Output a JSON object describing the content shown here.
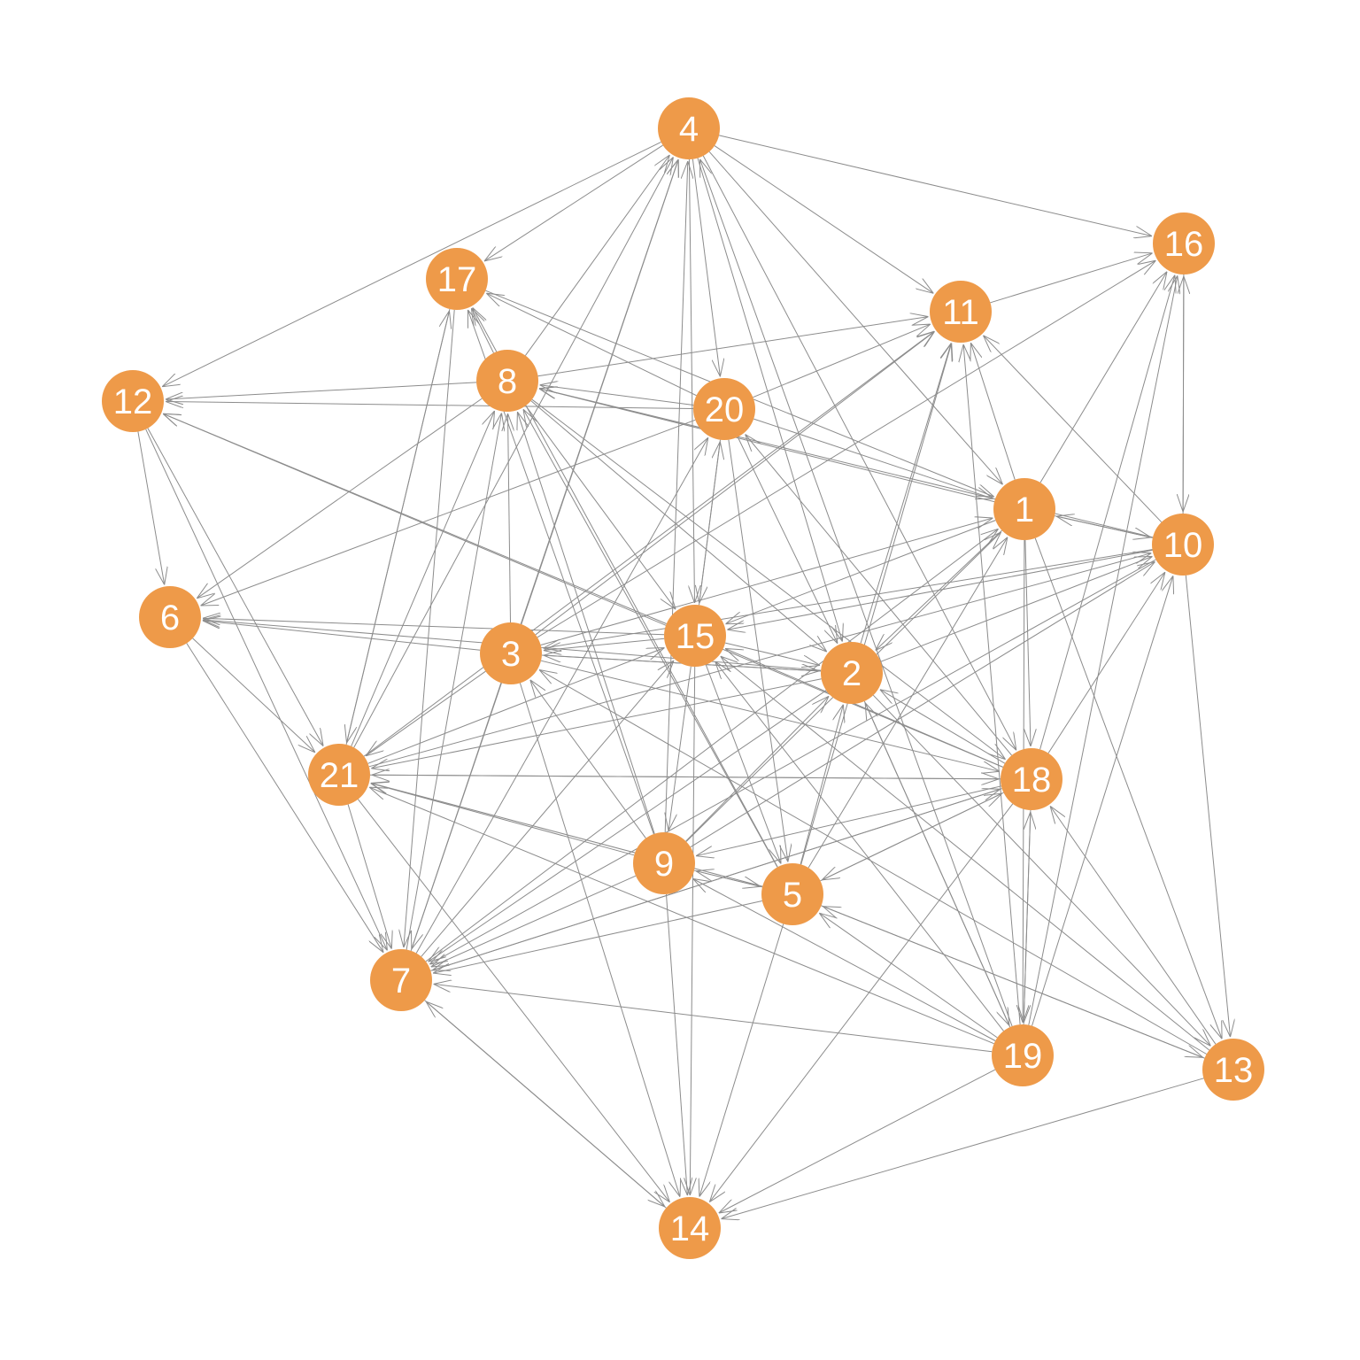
{
  "diagram": {
    "type": "directed-network",
    "node_color": "#EE9A49",
    "edge_color": "#8C8C8C",
    "label_color": "#FFFFFF",
    "nodes": [
      "1",
      "2",
      "3",
      "4",
      "5",
      "6",
      "7",
      "8",
      "9",
      "10",
      "11",
      "12",
      "13",
      "14",
      "15",
      "16",
      "17",
      "18",
      "19",
      "20",
      "21"
    ],
    "edges": [
      [
        "4",
        "16"
      ],
      [
        "4",
        "17"
      ],
      [
        "4",
        "12"
      ],
      [
        "4",
        "11"
      ],
      [
        "4",
        "20"
      ],
      [
        "4",
        "15"
      ],
      [
        "4",
        "2"
      ],
      [
        "4",
        "18"
      ],
      [
        "4",
        "1"
      ],
      [
        "3",
        "4"
      ],
      [
        "21",
        "4"
      ],
      [
        "7",
        "4"
      ],
      [
        "9",
        "4"
      ],
      [
        "8",
        "4"
      ],
      [
        "19",
        "4"
      ],
      [
        "11",
        "16"
      ],
      [
        "1",
        "16"
      ],
      [
        "18",
        "16"
      ],
      [
        "19",
        "16"
      ],
      [
        "3",
        "16"
      ],
      [
        "16",
        "10"
      ],
      [
        "10",
        "16"
      ],
      [
        "17",
        "21"
      ],
      [
        "17",
        "7"
      ],
      [
        "17",
        "1"
      ],
      [
        "8",
        "17"
      ],
      [
        "20",
        "17"
      ],
      [
        "9",
        "17"
      ],
      [
        "5",
        "17"
      ],
      [
        "21",
        "17"
      ],
      [
        "8",
        "12"
      ],
      [
        "8",
        "6"
      ],
      [
        "8",
        "11"
      ],
      [
        "8",
        "15"
      ],
      [
        "8",
        "2"
      ],
      [
        "8",
        "18"
      ],
      [
        "3",
        "8"
      ],
      [
        "20",
        "8"
      ],
      [
        "1",
        "8"
      ],
      [
        "10",
        "8"
      ],
      [
        "7",
        "8"
      ],
      [
        "5",
        "8"
      ],
      [
        "9",
        "8"
      ],
      [
        "21",
        "8"
      ],
      [
        "20",
        "11"
      ],
      [
        "20",
        "1"
      ],
      [
        "20",
        "6"
      ],
      [
        "20",
        "2"
      ],
      [
        "20",
        "5"
      ],
      [
        "20",
        "15"
      ],
      [
        "15",
        "20"
      ],
      [
        "18",
        "20"
      ],
      [
        "7",
        "20"
      ],
      [
        "12",
        "21"
      ],
      [
        "12",
        "7"
      ],
      [
        "20",
        "12"
      ],
      [
        "18",
        "12"
      ],
      [
        "15",
        "12"
      ],
      [
        "6",
        "7"
      ],
      [
        "6",
        "21"
      ],
      [
        "15",
        "6"
      ],
      [
        "3",
        "6"
      ],
      [
        "2",
        "6"
      ],
      [
        "1",
        "11"
      ],
      [
        "10",
        "11"
      ],
      [
        "19",
        "11"
      ],
      [
        "5",
        "11"
      ],
      [
        "2",
        "11"
      ],
      [
        "3",
        "11"
      ],
      [
        "21",
        "11"
      ],
      [
        "1",
        "10"
      ],
      [
        "10",
        "1"
      ],
      [
        "1",
        "15"
      ],
      [
        "1",
        "2"
      ],
      [
        "1",
        "18"
      ],
      [
        "3",
        "1"
      ],
      [
        "7",
        "1"
      ],
      [
        "5",
        "1"
      ],
      [
        "9",
        "1"
      ],
      [
        "10",
        "3"
      ],
      [
        "10",
        "15"
      ],
      [
        "10",
        "13"
      ],
      [
        "10",
        "7"
      ],
      [
        "18",
        "10"
      ],
      [
        "19",
        "10"
      ],
      [
        "2",
        "10"
      ],
      [
        "21",
        "10"
      ],
      [
        "9",
        "10"
      ],
      [
        "15",
        "3"
      ],
      [
        "15",
        "2"
      ],
      [
        "15",
        "14"
      ],
      [
        "15",
        "5"
      ],
      [
        "15",
        "9"
      ],
      [
        "21",
        "15"
      ],
      [
        "18",
        "15"
      ],
      [
        "19",
        "15"
      ],
      [
        "7",
        "15"
      ],
      [
        "13",
        "15"
      ],
      [
        "3",
        "21"
      ],
      [
        "3",
        "7"
      ],
      [
        "3",
        "14"
      ],
      [
        "3",
        "18"
      ],
      [
        "3",
        "2"
      ],
      [
        "2",
        "3"
      ],
      [
        "9",
        "3"
      ],
      [
        "13",
        "3"
      ],
      [
        "2",
        "21"
      ],
      [
        "2",
        "7"
      ],
      [
        "2",
        "19"
      ],
      [
        "2",
        "13"
      ],
      [
        "18",
        "2"
      ],
      [
        "5",
        "2"
      ],
      [
        "9",
        "2"
      ],
      [
        "19",
        "2"
      ],
      [
        "21",
        "7"
      ],
      [
        "21",
        "14"
      ],
      [
        "21",
        "18"
      ],
      [
        "18",
        "21"
      ],
      [
        "9",
        "21"
      ],
      [
        "5",
        "21"
      ],
      [
        "19",
        "21"
      ],
      [
        "18",
        "9"
      ],
      [
        "18",
        "7"
      ],
      [
        "18",
        "5"
      ],
      [
        "18",
        "19"
      ],
      [
        "19",
        "18"
      ],
      [
        "13",
        "18"
      ],
      [
        "5",
        "18"
      ],
      [
        "7",
        "18"
      ],
      [
        "9",
        "14"
      ],
      [
        "9",
        "7"
      ],
      [
        "9",
        "5"
      ],
      [
        "5",
        "9"
      ],
      [
        "19",
        "9"
      ],
      [
        "5",
        "14"
      ],
      [
        "5",
        "7"
      ],
      [
        "5",
        "13"
      ],
      [
        "13",
        "5"
      ],
      [
        "19",
        "5"
      ],
      [
        "7",
        "14"
      ],
      [
        "14",
        "7"
      ],
      [
        "19",
        "7"
      ],
      [
        "13",
        "14"
      ],
      [
        "19",
        "14"
      ],
      [
        "18",
        "14"
      ],
      [
        "1",
        "19"
      ],
      [
        "1",
        "13"
      ],
      [
        "12",
        "6"
      ]
    ]
  }
}
